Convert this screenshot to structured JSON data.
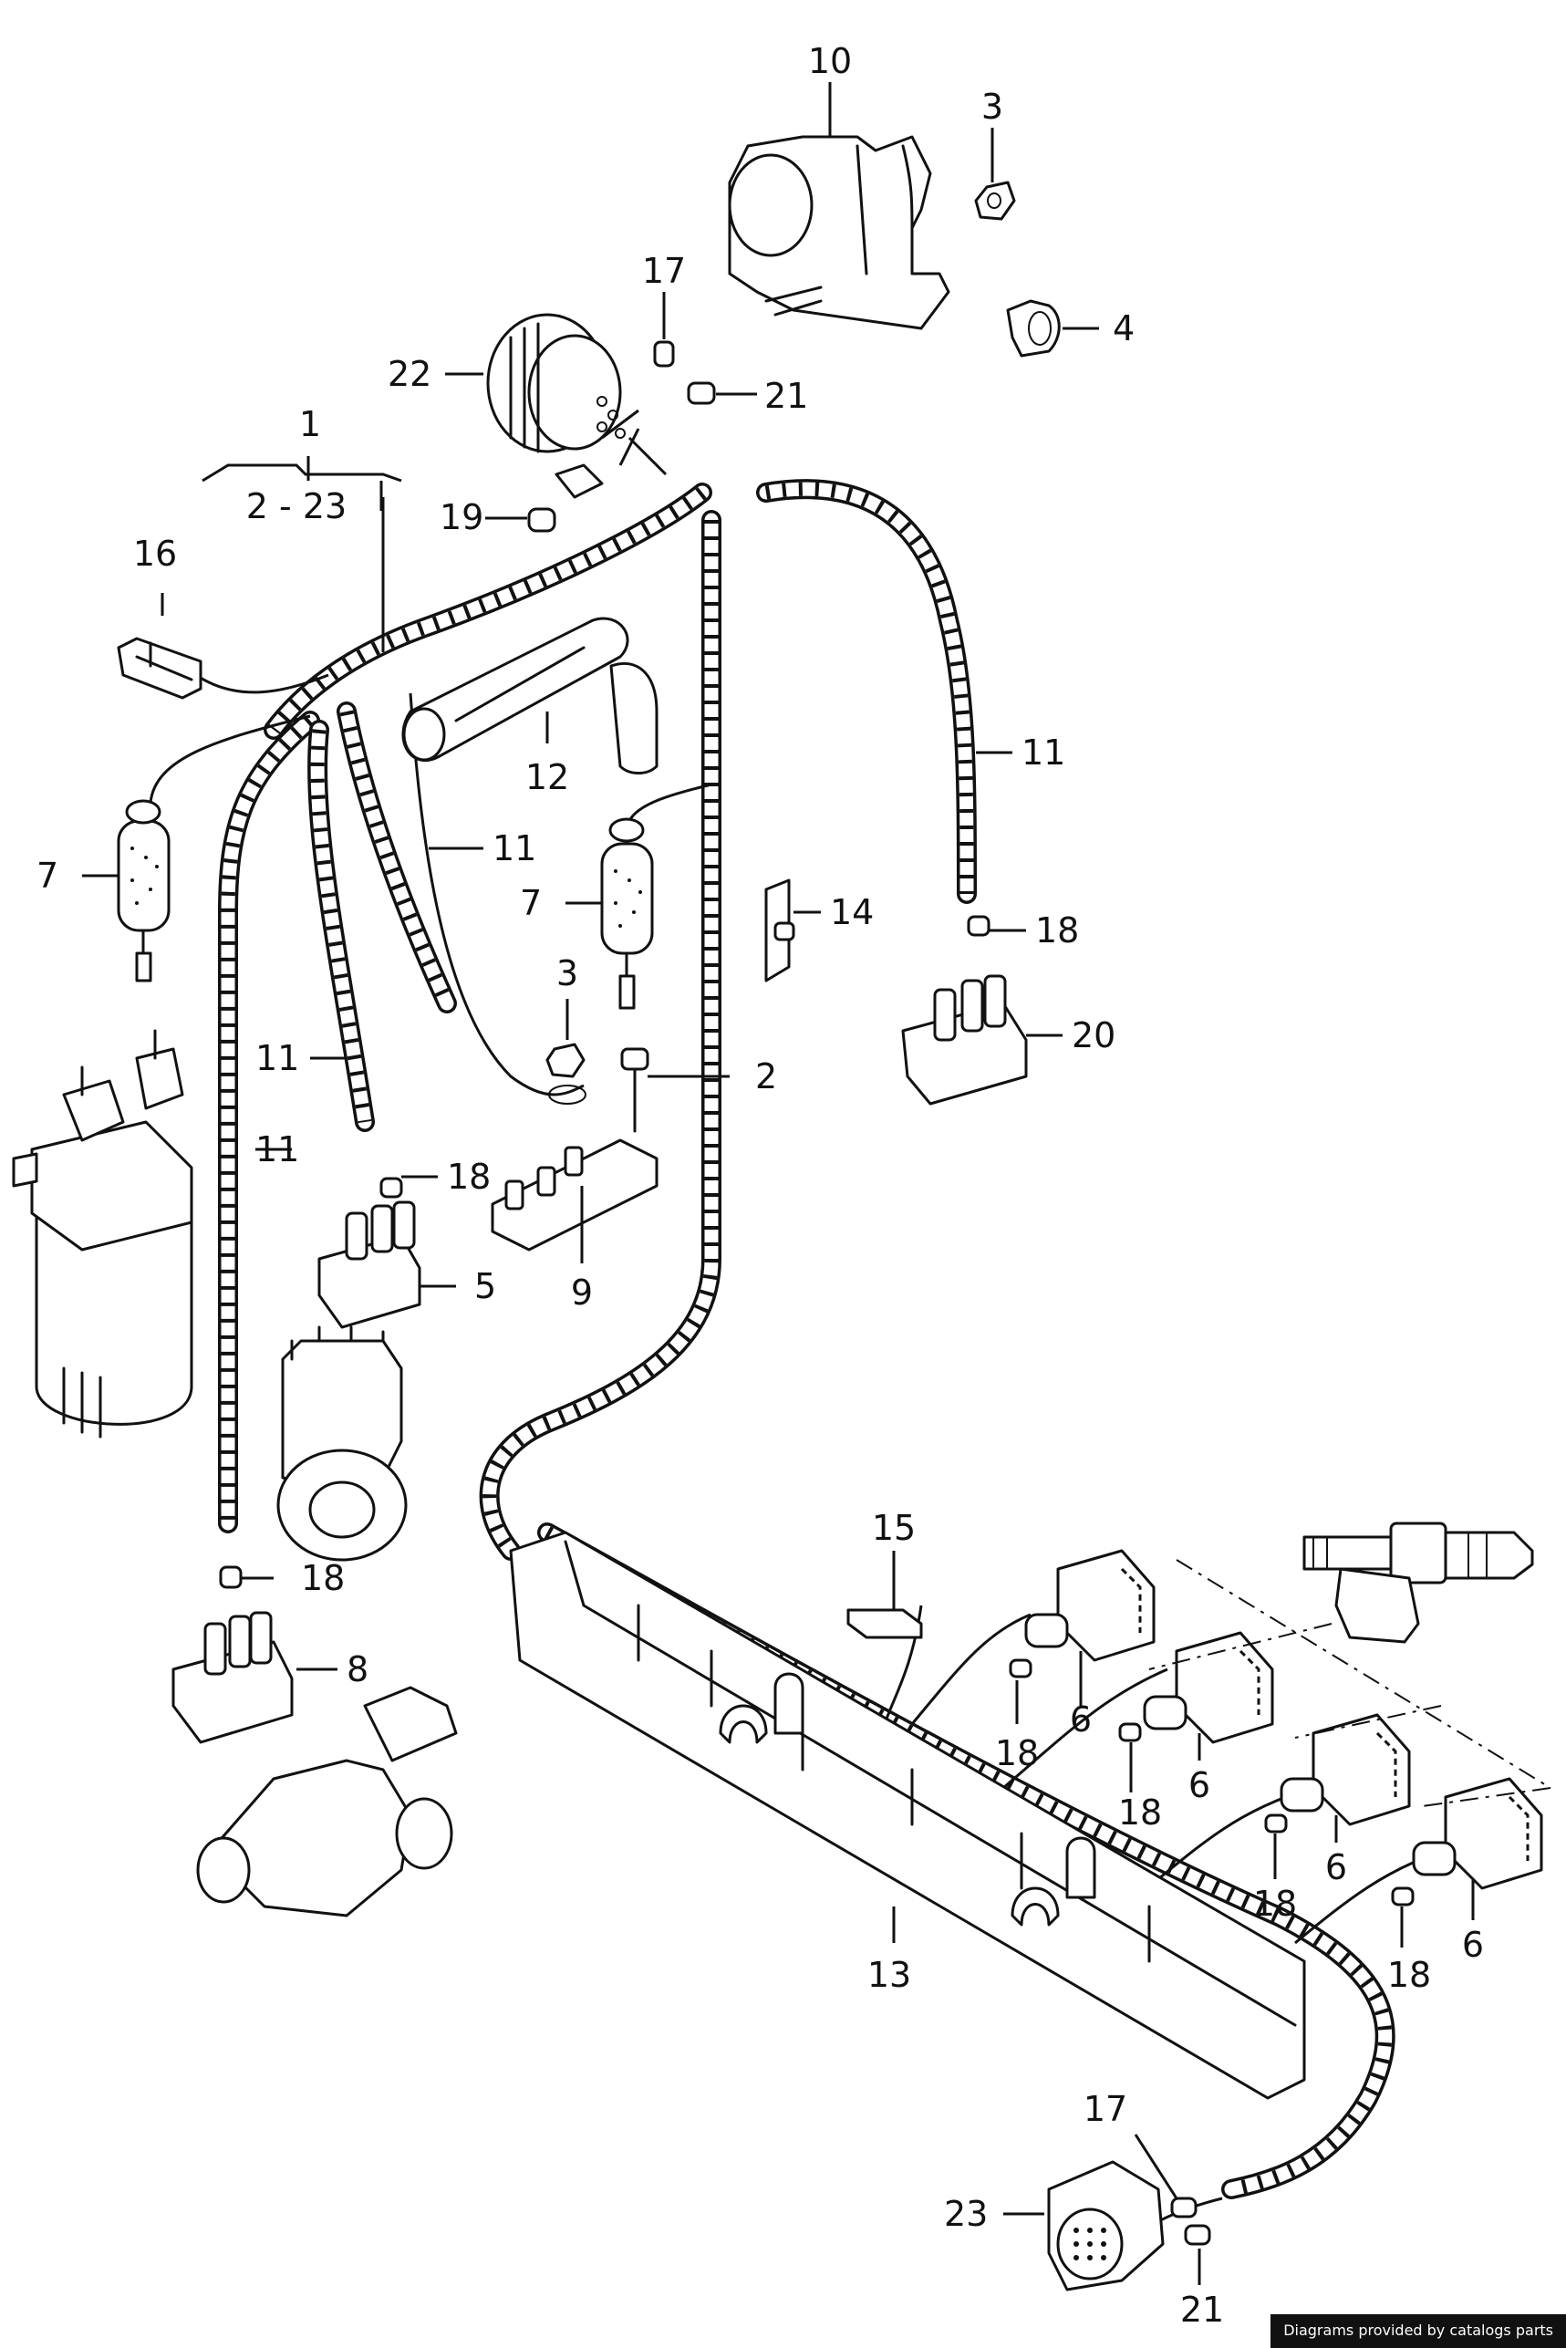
{
  "callouts": {
    "c1": "1",
    "c2_23": "2 - 23",
    "c2": "2",
    "c3a": "3",
    "c3b": "3",
    "c4": "4",
    "c5": "5",
    "c6a": "6",
    "c6b": "6",
    "c6c": "6",
    "c6d": "6",
    "c7a": "7",
    "c7b": "7",
    "c8": "8",
    "c9": "9",
    "c10": "10",
    "c11a": "11",
    "c11b": "11",
    "c11c": "11",
    "c11d": "11",
    "c12": "12",
    "c13": "13",
    "c14": "14",
    "c15": "15",
    "c16": "16",
    "c17a": "17",
    "c17b": "17",
    "c18a": "18",
    "c18b": "18",
    "c18c": "18",
    "c18d": "18",
    "c18e": "18",
    "c18f": "18",
    "c18g": "18",
    "c19": "19",
    "c20": "20",
    "c21a": "21",
    "c21b": "21",
    "c22": "22",
    "c23": "23"
  },
  "credit": "Diagrams provided by catalogs parts"
}
